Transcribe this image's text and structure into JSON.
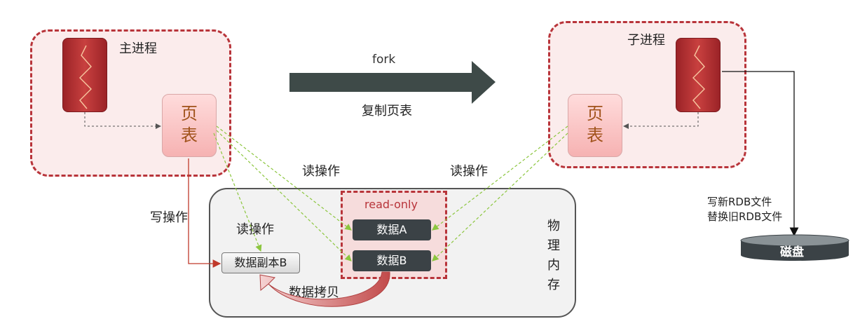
{
  "main_process": {
    "label": "主进程",
    "page_table": [
      "页",
      "表"
    ]
  },
  "child_process": {
    "label": "子进程",
    "page_table": [
      "页",
      "表"
    ]
  },
  "fork": {
    "top_label": "fork",
    "bottom_label": "复制页表"
  },
  "reads": {
    "left_label": "读操作",
    "right_label": "读操作",
    "inner_label": "读操作"
  },
  "write_label": "写操作",
  "memory": {
    "readonly_label": "read-only",
    "data_a": "数据A",
    "data_b": "数据B",
    "data_copy": "数据副本B",
    "copy_label": "数据拷贝",
    "vertical_label": [
      "物",
      "理",
      "内",
      "存"
    ]
  },
  "disk": {
    "label": "磁盘",
    "write_text": [
      "写新RDB文件",
      "替换旧RDB文件"
    ]
  },
  "colors": {
    "accent": "#b8343a",
    "dark": "#3b4246",
    "green": "#8cc63f"
  }
}
